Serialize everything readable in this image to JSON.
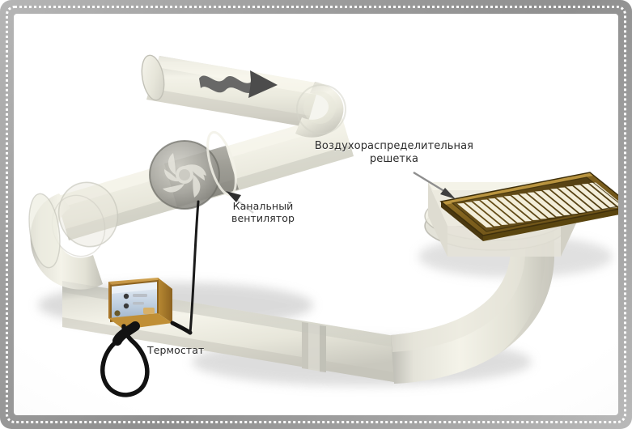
{
  "figure": {
    "kind": "ventilation-duct-diagram",
    "title_alt": "Схема канальной вентиляции",
    "background_color": "#ffffff",
    "frame_color": "#9e9e9e",
    "duct_color": "#eeeee4",
    "grille_frame_color": "#8a6a24",
    "grille_slat_color": "#f2ecd8",
    "thermostat_body_color": "#b9862f",
    "thermostat_panel_color": "#dfe6ee",
    "cable_color": "#111111",
    "arrow_color": "#4a4a4a"
  },
  "labels": {
    "grille": "Воздухораспределительная\nрешетка",
    "fan": "Канальный\nвентилятор",
    "thermostat": "Термостат"
  },
  "callouts": [
    {
      "name": "grille",
      "text": "Воздухораспределительная решетка",
      "arrow": "down-right"
    },
    {
      "name": "fan",
      "text": "Канальный вентилятор",
      "arrow": "up-left"
    },
    {
      "name": "thermostat",
      "text": "Термостат",
      "arrow": "none"
    }
  ],
  "components": [
    {
      "name": "round-duct-top",
      "label": ""
    },
    {
      "name": "airflow-arrow",
      "label": ""
    },
    {
      "name": "inline-duct-fan",
      "label": "Канальный вентилятор"
    },
    {
      "name": "u-bend-left",
      "label": ""
    },
    {
      "name": "thermostat",
      "label": "Термостат"
    },
    {
      "name": "thermostat-cable",
      "label": ""
    },
    {
      "name": "elbow-right",
      "label": ""
    },
    {
      "name": "plenum-box",
      "label": ""
    },
    {
      "name": "air-distribution-grille",
      "label": "Воздухораспределительная решетка"
    }
  ],
  "grille": {
    "slat_count": 22
  }
}
